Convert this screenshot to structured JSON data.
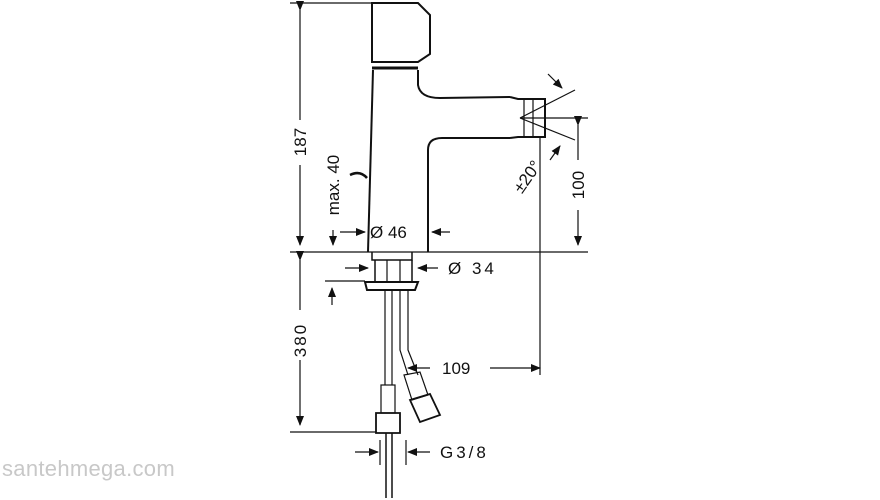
{
  "diagram": {
    "subject": "bidet mixer technical drawing",
    "dimensions": {
      "height_total": "187",
      "lift_rod_max": "max. 40",
      "body_diameter": "Ø 46",
      "spout_height": "100",
      "swivel_angle": "±20°",
      "shank_diameter": "Ø 34",
      "hose_length": "380",
      "projection": "109",
      "connection_thread": "G3/8"
    }
  },
  "watermark": "santehmega.com",
  "colors": {
    "line": "#111111",
    "watermark": "#c8c8c8",
    "background": "#ffffff"
  }
}
